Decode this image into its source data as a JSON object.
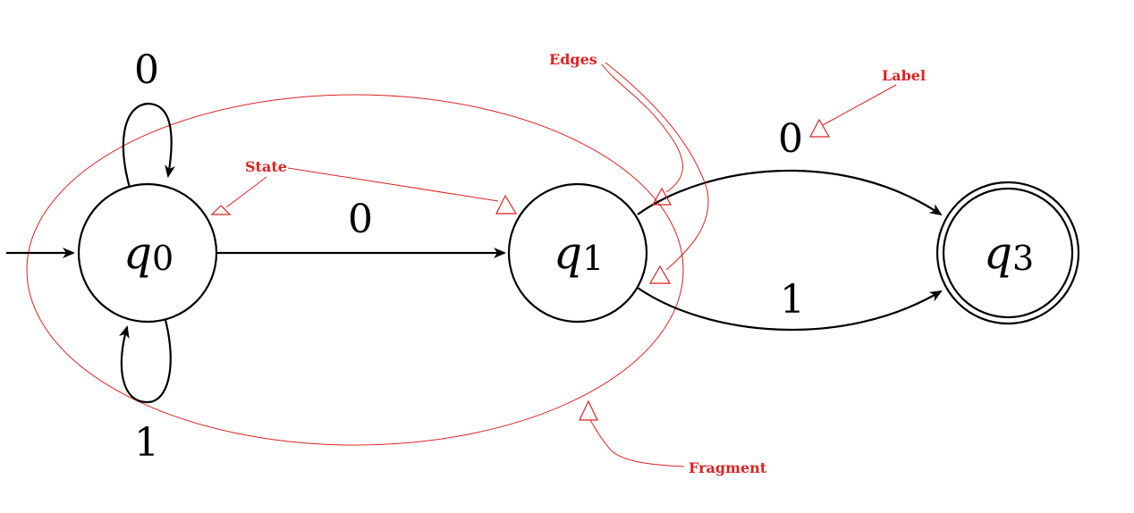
{
  "states": [
    {
      "id": "q0",
      "base": "q",
      "sub": "0",
      "initial": true,
      "accepting": false
    },
    {
      "id": "q1",
      "base": "q",
      "sub": "1",
      "initial": false,
      "accepting": false
    },
    {
      "id": "q3",
      "base": "q",
      "sub": "3",
      "initial": false,
      "accepting": true
    }
  ],
  "edges": [
    {
      "from": "q0",
      "to": "q0",
      "label": "0"
    },
    {
      "from": "q0",
      "to": "q0",
      "label": "1"
    },
    {
      "from": "q0",
      "to": "q1",
      "label": "0"
    },
    {
      "from": "q1",
      "to": "q3",
      "label": "0"
    },
    {
      "from": "q1",
      "to": "q3",
      "label": "1"
    }
  ],
  "annotations": {
    "state": "State",
    "edges": "Edges",
    "label": "Label",
    "fragment": "Fragment"
  },
  "colors": {
    "diagram": "#000000",
    "annotation": "#dd2222"
  }
}
